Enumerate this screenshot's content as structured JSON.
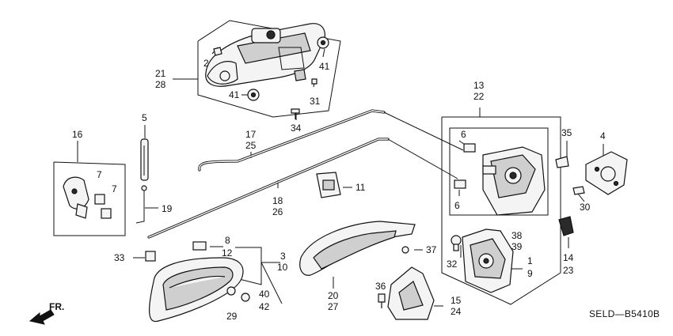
{
  "diagram": {
    "code": "SELD—B5410B",
    "direction_label": "FR.",
    "callouts": [
      "2",
      "21",
      "28",
      "41",
      "41",
      "31",
      "34",
      "13",
      "22",
      "6",
      "6",
      "35",
      "4",
      "30",
      "38",
      "39",
      "16",
      "7",
      "7",
      "5",
      "19",
      "17",
      "25",
      "18",
      "26",
      "11",
      "8",
      "12",
      "3",
      "10",
      "33",
      "40",
      "42",
      "29",
      "20",
      "27",
      "37",
      "36",
      "15",
      "24",
      "32",
      "1",
      "9",
      "14",
      "23"
    ]
  }
}
